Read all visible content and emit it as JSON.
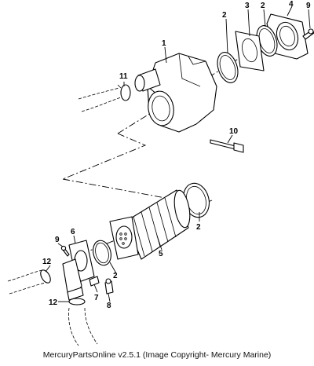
{
  "diagram": {
    "callouts": {
      "c1": "1",
      "c2a": "2",
      "c3": "3",
      "c2b": "2",
      "c4": "4",
      "c9a": "9",
      "c11": "11",
      "c10": "10",
      "c2c": "2",
      "c6": "6",
      "c9b": "9",
      "c5": "5",
      "c12a": "12",
      "c2d": "2",
      "c7": "7",
      "c12b": "12",
      "c8": "8"
    }
  },
  "footer": {
    "text": "MercuryPartsOnline v2.5.1 (Image Copyright- Mercury Marine)"
  }
}
